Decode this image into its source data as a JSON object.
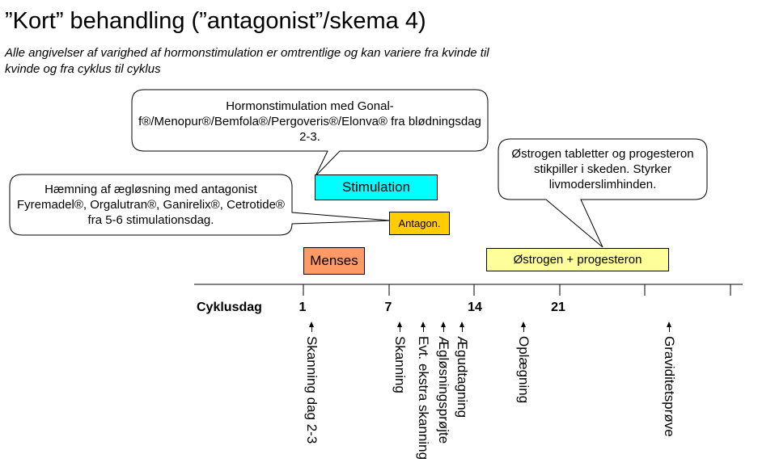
{
  "title": "”Kort” behandling (”antagonist”/skema 4)",
  "subtitle": "Alle angivelser af varighed af hormonstimulation er omtrentlige og kan variere fra kvinde til kvinde og fra cyklus til cyklus",
  "callouts": {
    "hormon": "Hormonstimulation med Gonal-f®/Menopur®/Bemfola®/Pergoveris®/Elonva® fra blødningsdag 2-3.",
    "haemning": "Hæmning af ægløsning med antagonist Fyremadel®, Orgalutran®, Ganirelix®, Cetrotide® fra 5-6 stimulationsdag.",
    "ostrogen": "Østrogen tabletter og progesteron stikpiller i skeden. Styrker livmoderslimhinden."
  },
  "bars": {
    "stimulation": "Stimulation",
    "antagon": "Antagon.",
    "menses": "Menses",
    "ostrogen": "Østrogen + progesteron"
  },
  "colors": {
    "stimulation": "#00ffff",
    "antagon": "#ffcc00",
    "menses": "#ff9966",
    "ostrogen": "#ffff99"
  },
  "axis": {
    "label": "Cyklusdag",
    "ticks": [
      "1",
      "7",
      "14",
      "21"
    ]
  },
  "events": [
    "Skanning dag 2-3",
    "Skanning",
    "Evt. ekstra skanning",
    "Ægløsningsprøjte",
    "Ægudtagning",
    "Oplægning",
    "Graviditetsprøve"
  ]
}
